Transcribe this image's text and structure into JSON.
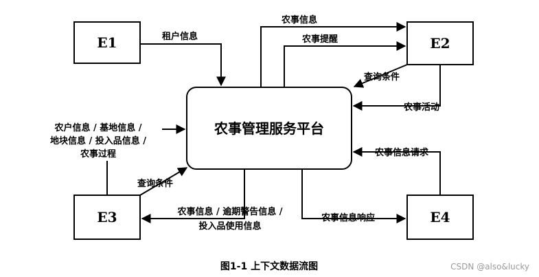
{
  "center": {
    "title": "农事管理服务平台"
  },
  "entities": {
    "e1": "E1",
    "e2": "E2",
    "e3": "E3",
    "e4": "E4"
  },
  "flows": {
    "e1_to_center": "租户信息",
    "center_to_e2_top": "农事信息",
    "center_to_e2_reminder": "农事提醒",
    "e2_query": "查询条件",
    "e2_to_center": "农事活动",
    "e3_to_center_lines": [
      "农户信息 / 基地信息 /",
      "地块信息 / 投入品信息 /",
      "农事过程"
    ],
    "e3_query": "查询条件",
    "center_to_e3_lines": [
      "农事信息 / 逾期警告信息 /",
      "投入品使用信息"
    ],
    "e4_to_center": "农事信息请求",
    "center_to_e4": "农事信息响应"
  },
  "caption": "图1-1 上下文数据流图",
  "watermark": "CSDN @also&lucky"
}
